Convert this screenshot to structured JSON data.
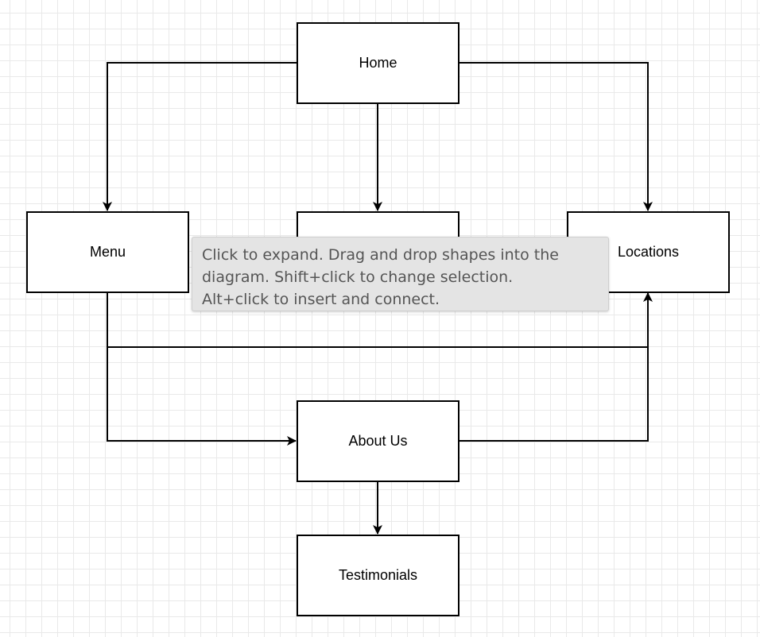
{
  "diagram": {
    "nodes": [
      {
        "id": "home",
        "label": "Home"
      },
      {
        "id": "menu",
        "label": "Menu"
      },
      {
        "id": "middle",
        "label": ""
      },
      {
        "id": "locations",
        "label": "Locations"
      },
      {
        "id": "about",
        "label": "About Us"
      },
      {
        "id": "testimonials",
        "label": "Testimonials"
      }
    ],
    "edges": [
      {
        "from": "home",
        "to": "menu"
      },
      {
        "from": "home",
        "to": "middle"
      },
      {
        "from": "home",
        "to": "locations"
      },
      {
        "from": "menu",
        "to": "about"
      },
      {
        "from": "menu",
        "to": "locations"
      },
      {
        "from": "about",
        "to": "locations"
      },
      {
        "from": "about",
        "to": "testimonials"
      }
    ],
    "line_color": "#000000"
  },
  "tooltip": {
    "text": "Click to expand. Drag and drop shapes into the\ndiagram. Shift+click to change selection.\nAlt+click to insert and connect."
  }
}
